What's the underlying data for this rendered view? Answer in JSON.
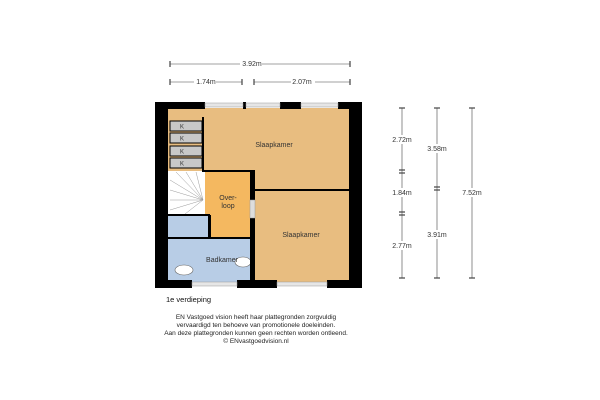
{
  "colors": {
    "bedroom": "#e8bd80",
    "landing": "#f4b860",
    "bath": "#b8cde6",
    "wall": "#000000",
    "closet": "#c8c8c8"
  },
  "dimensions": {
    "total_width": "3.92m",
    "width_left": "1.74m",
    "width_right": "2.07m",
    "col1": [
      "2.72m",
      "1.84m",
      "2.77m"
    ],
    "col2": [
      "3.58m",
      "3.91m"
    ],
    "col3": "7.52m"
  },
  "rooms": {
    "bedroom_top": "Slaapkamer",
    "bedroom_bottom": "Slaapkamer",
    "landing_1": "Over-",
    "landing_2": "loop",
    "bathroom": "Badkamer",
    "closet": "K"
  },
  "floor_label": "1e verdieping",
  "disclaimer": [
    "EN Vastgoed vision heeft haar plattegronden zorgvuldig",
    "vervaardigd ten behoeve van promotionele doeleinden.",
    "Aan deze plattegronden kunnen geen rechten worden ontleend.",
    "© ENvastgoedvision.nl"
  ]
}
